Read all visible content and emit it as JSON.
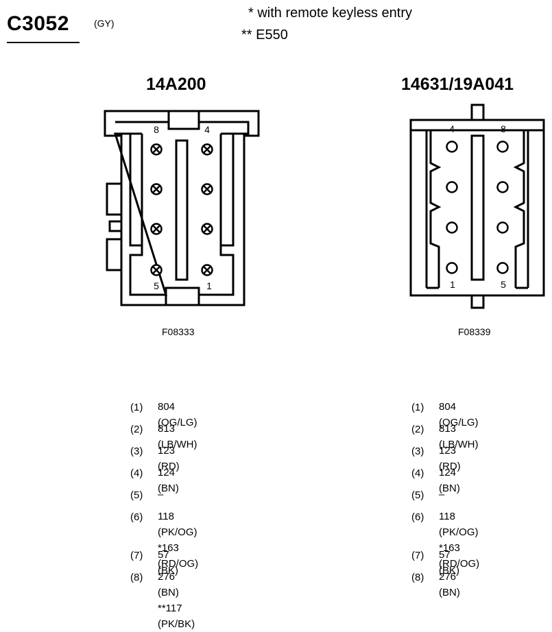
{
  "header": {
    "connector_id": "C3052",
    "color_code": "(GY)",
    "notes": [
      "* with remote keyless entry",
      "** E550"
    ]
  },
  "connectors": [
    {
      "part_number": "14A200",
      "figure_code": "F08333",
      "pin_labels": [
        "8",
        "4",
        "5",
        "1"
      ]
    },
    {
      "part_number": "14631/19A041",
      "figure_code": "F08339",
      "pin_labels": [
        "4",
        "8",
        "1",
        "5"
      ]
    }
  ],
  "pinouts": [
    {
      "rows": [
        {
          "pin": "(1)",
          "wires": [
            "804 (OG/LG)"
          ]
        },
        {
          "pin": "(2)",
          "wires": [
            "813 (LB/WH)"
          ]
        },
        {
          "pin": "(3)",
          "wires": [
            "123 (RD)"
          ]
        },
        {
          "pin": "(4)",
          "wires": [
            "124 (BN)"
          ]
        },
        {
          "pin": "(5)",
          "wires": [
            "–"
          ]
        },
        {
          "pin": "(6)",
          "wires": [
            "118 (PK/OG)",
            "*163 (RD/OG)"
          ]
        },
        {
          "pin": "(7)",
          "wires": [
            "57 (BK)"
          ]
        },
        {
          "pin": "(8)",
          "wires": [
            "276 (BN)",
            "**117 (PK/BK)"
          ]
        }
      ]
    },
    {
      "rows": [
        {
          "pin": "(1)",
          "wires": [
            "804 (OG/LG)"
          ]
        },
        {
          "pin": "(2)",
          "wires": [
            "813 (LB/WH)"
          ]
        },
        {
          "pin": "(3)",
          "wires": [
            "123 (RD)"
          ]
        },
        {
          "pin": "(4)",
          "wires": [
            "124 (BN)"
          ]
        },
        {
          "pin": "(5)",
          "wires": [
            "–"
          ]
        },
        {
          "pin": "(6)",
          "wires": [
            "118 (PK/OG)",
            "*163 (RD/OG)"
          ]
        },
        {
          "pin": "(7)",
          "wires": [
            "57 (BK)"
          ]
        },
        {
          "pin": "(8)",
          "wires": [
            "276 (BN)"
          ]
        }
      ]
    }
  ]
}
